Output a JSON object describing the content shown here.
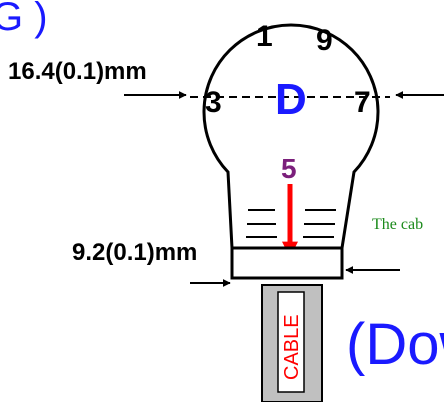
{
  "header_fragment": "G )",
  "dimensions": {
    "top_width": "16.4(0.1)mm",
    "bottom_width": "9.2(0.1)mm"
  },
  "pins": {
    "pin1": "1",
    "pin9": "9",
    "pin3": "3",
    "pin7": "7",
    "pin5": "5"
  },
  "key_letter": "D",
  "cable_note": "The cab",
  "cable_label": "CABLE",
  "orientation_label": "(Dow",
  "colors": {
    "key_letter": "#1a1aff",
    "pin5": "#7b1f7b",
    "arrow_pin5": "#ff0000",
    "cable_text": "#ff0000",
    "note": "#1b8a1b",
    "orientation": "#1a1aff"
  }
}
